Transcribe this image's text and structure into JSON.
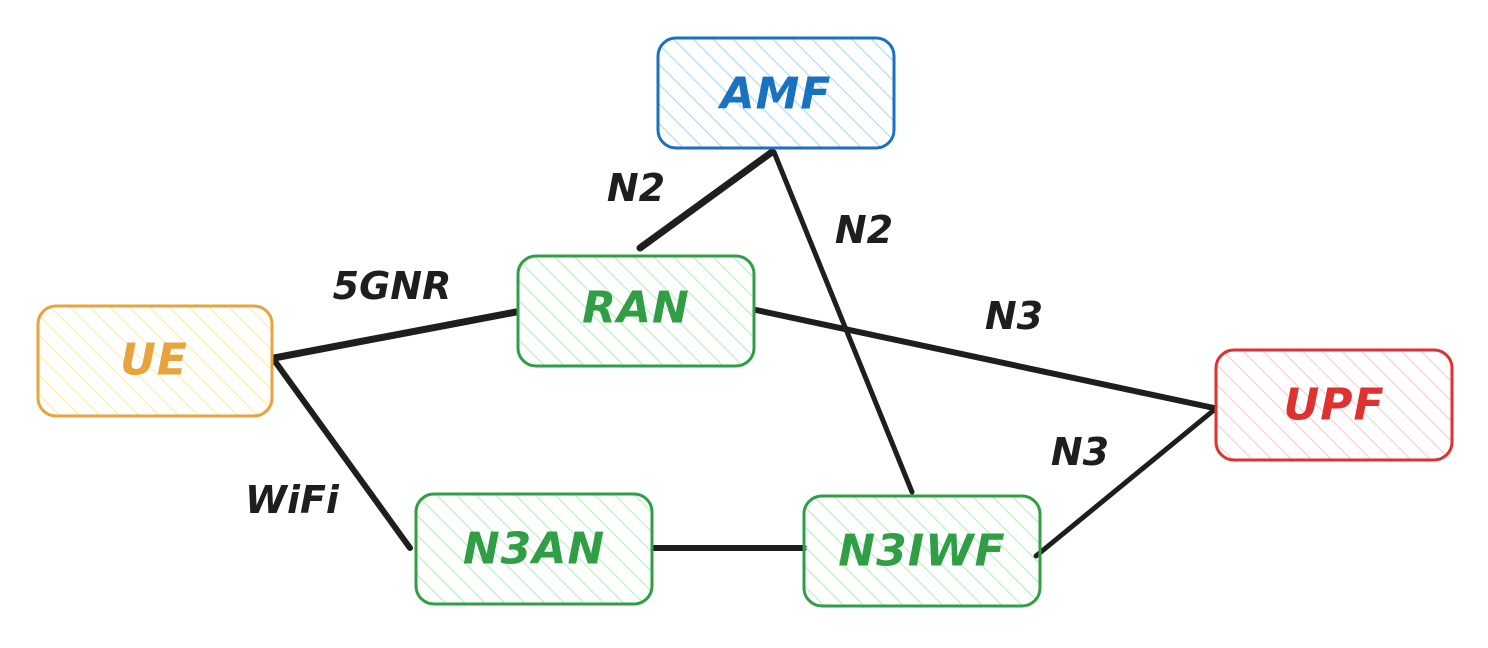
{
  "nodes": [
    {
      "id": "amf",
      "label": "AMF",
      "color": "#1971c2",
      "fill": "#a5d8ff"
    },
    {
      "id": "ran",
      "label": "RAN",
      "color": "#2f9e44",
      "fill": "#b2f2bb"
    },
    {
      "id": "ue",
      "label": "UE",
      "color": "#e8a33d",
      "fill": "#ffec99"
    },
    {
      "id": "upf",
      "label": "UPF",
      "color": "#e03131",
      "fill": "#ffc9c9"
    },
    {
      "id": "n3an",
      "label": "N3AN",
      "color": "#2f9e44",
      "fill": "#b2f2bb"
    },
    {
      "id": "n3iwf",
      "label": "N3IWF",
      "color": "#2f9e44",
      "fill": "#b2f2bb"
    }
  ],
  "edges": [
    {
      "id": "ue-ran",
      "label": "5GNR"
    },
    {
      "id": "ran-amf",
      "label": "N2"
    },
    {
      "id": "n3iwf-amf",
      "label": "N2"
    },
    {
      "id": "ran-upf",
      "label": "N3"
    },
    {
      "id": "n3iwf-upf",
      "label": "N3"
    },
    {
      "id": "ue-n3an",
      "label": "WiFi"
    },
    {
      "id": "n3an-n3iwf",
      "label": ""
    }
  ]
}
